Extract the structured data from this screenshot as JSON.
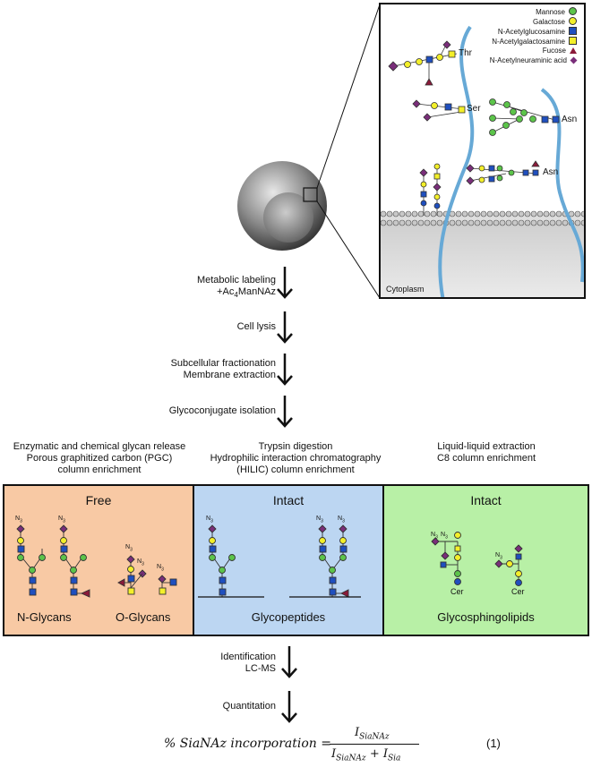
{
  "legend": {
    "mannose": "Mannose",
    "galactose": "Galactose",
    "glcnac": "N-Acetylglucosamine",
    "galnac": "N-Acetylgalactosamine",
    "fucose": "Fucose",
    "neu5ac": "N-Acetylneuraminic acid"
  },
  "inset": {
    "thr": "Thr",
    "ser": "Ser",
    "asn1": "Asn",
    "asn2": "Asn",
    "cytoplasm": "Cytoplasm"
  },
  "steps": {
    "s1a": "Metabolic labeling",
    "s1b": "+Ac",
    "s1b_sub": "4",
    "s1b_tail": "ManNAz",
    "s2": "Cell lysis",
    "s3a": "Subcellular fractionation",
    "s3b": "Membrane extraction",
    "s4": "Glycoconjugate isolation",
    "s5a": "Identification",
    "s5b": "LC-MS",
    "s6": "Quantitation"
  },
  "methods": {
    "left": [
      "Enzymatic and chemical glycan release",
      "Porous graphitized carbon (PGC)",
      "column enrichment"
    ],
    "mid": [
      "Trypsin digestion",
      "Hydrophilic interaction chromatography",
      "(HILIC) column enrichment"
    ],
    "right": [
      "Liquid-liquid extraction",
      "C8 column enrichment"
    ]
  },
  "panels": {
    "free_title": "Free",
    "nglycans": "N-Glycans",
    "oglycans": "O-Glycans",
    "intact1_title": "Intact",
    "glycopeptides": "Glycopeptides",
    "intact2_title": "Intact",
    "gsl": "Glycosphingolipids",
    "n3": "N",
    "n3sub": "3",
    "cer": "Cer"
  },
  "equation": {
    "lhs": "% SiaNAz incorporation =",
    "num": "I",
    "num_sub": "SiaNAz",
    "den1": "I",
    "den1_sub": "SiaNAz",
    "plus": "+",
    "den2": "I",
    "den2_sub": "Sia",
    "number": "(1)"
  },
  "colors": {
    "mannose": "#5cc44a",
    "galactose": "#f3ef2a",
    "glcnac": "#1f4fbf",
    "galnac": "#f3ef2a",
    "fucose": "#8b1a3a",
    "neu5ac": "#7a2e7a",
    "free_panel": "#f8c9a4",
    "intact_panel": "#bcd6f2",
    "gsl_panel": "#b8f0a6",
    "membrane_line": "#67a9d6"
  }
}
